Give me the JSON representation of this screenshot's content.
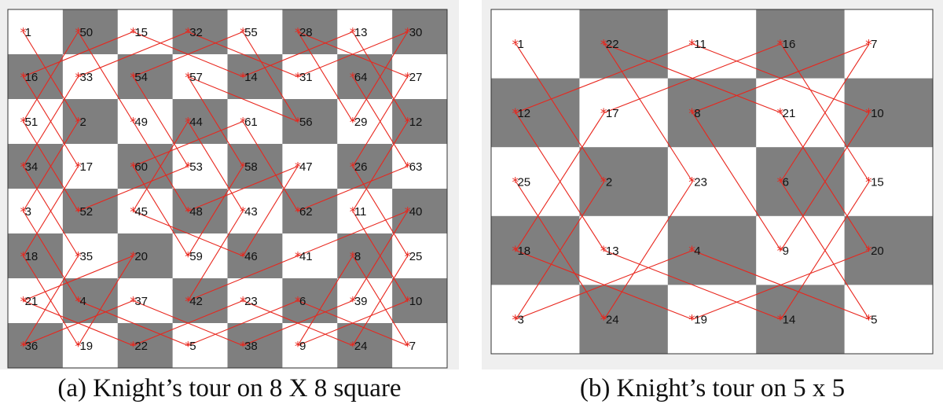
{
  "colors": {
    "dark_square": "#7f7f7f",
    "light_square": "#ffffff",
    "path": "#e8261d",
    "marker": "#e8261d",
    "border": "#333333"
  },
  "marker_icon": "asterisk-icon",
  "boards": [
    {
      "size": 8,
      "caption": "(a) Knight’s tour on 8 X 8 square",
      "grid": [
        [
          1,
          50,
          15,
          32,
          55,
          28,
          13,
          30
        ],
        [
          16,
          33,
          54,
          57,
          14,
          31,
          64,
          27
        ],
        [
          51,
          2,
          49,
          44,
          61,
          56,
          29,
          12
        ],
        [
          34,
          17,
          60,
          53,
          58,
          47,
          26,
          63
        ],
        [
          3,
          52,
          45,
          48,
          43,
          62,
          11,
          40
        ],
        [
          18,
          35,
          20,
          59,
          46,
          41,
          8,
          25
        ],
        [
          21,
          4,
          37,
          42,
          23,
          6,
          39,
          10
        ],
        [
          36,
          19,
          22,
          5,
          38,
          9,
          24,
          7
        ]
      ]
    },
    {
      "size": 5,
      "caption": "(b) Knight’s tour on 5 x 5",
      "grid": [
        [
          1,
          22,
          11,
          16,
          7
        ],
        [
          12,
          17,
          8,
          21,
          10
        ],
        [
          25,
          2,
          23,
          6,
          15
        ],
        [
          18,
          13,
          4,
          9,
          20
        ],
        [
          3,
          24,
          19,
          14,
          5
        ]
      ]
    }
  ]
}
